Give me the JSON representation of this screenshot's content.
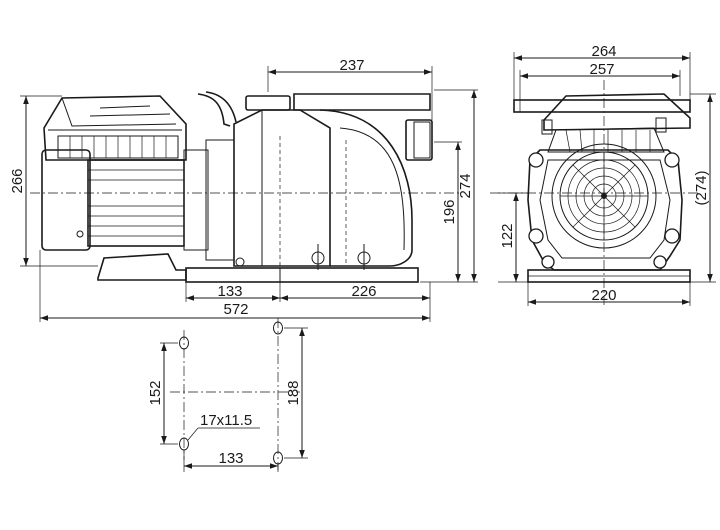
{
  "dimensions": {
    "side_view": {
      "overall_height": "266",
      "pump_height": "274",
      "axis_height": "196",
      "top_width": "237",
      "base_left": "133",
      "base_right": "226",
      "overall_length": "572"
    },
    "front_view": {
      "overall_width": "264",
      "top_width": "257",
      "height_ref": "(274)",
      "axis_height": "122",
      "base_width": "220"
    },
    "footprint": {
      "hole_spacing_left": "152",
      "hole_spacing_right": "188",
      "hole_spacing_x": "133",
      "slot_size": "17x11.5"
    }
  }
}
